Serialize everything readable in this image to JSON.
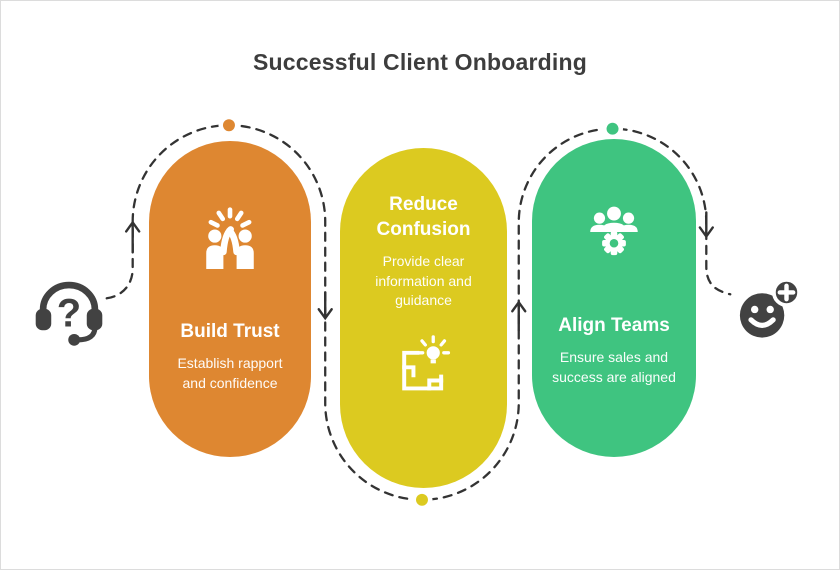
{
  "title": "Successful Client Onboarding",
  "steps": [
    {
      "title": "Build Trust",
      "subtitle": "Establish rapport and confidence",
      "color": "#de8731",
      "icon": "high-five-icon"
    },
    {
      "title": "Reduce Confusion",
      "subtitle": "Provide clear information and guidance",
      "color": "#dcca20",
      "icon": "blueprint-bulb-icon"
    },
    {
      "title": "Align Teams",
      "subtitle": "Ensure sales and success are aligned",
      "color": "#3fc480",
      "icon": "team-gear-icon"
    }
  ],
  "flow": {
    "start_icon": "headset-question-icon",
    "end_icon": "smiley-add-icon",
    "path_color": "#333333",
    "dot_colors": [
      "#de8731",
      "#dcca20",
      "#3fc480"
    ]
  },
  "colors": {
    "title_text": "#3d3d3d",
    "card_text": "#ffffff",
    "side_icon": "#424242",
    "background": "#ffffff"
  }
}
